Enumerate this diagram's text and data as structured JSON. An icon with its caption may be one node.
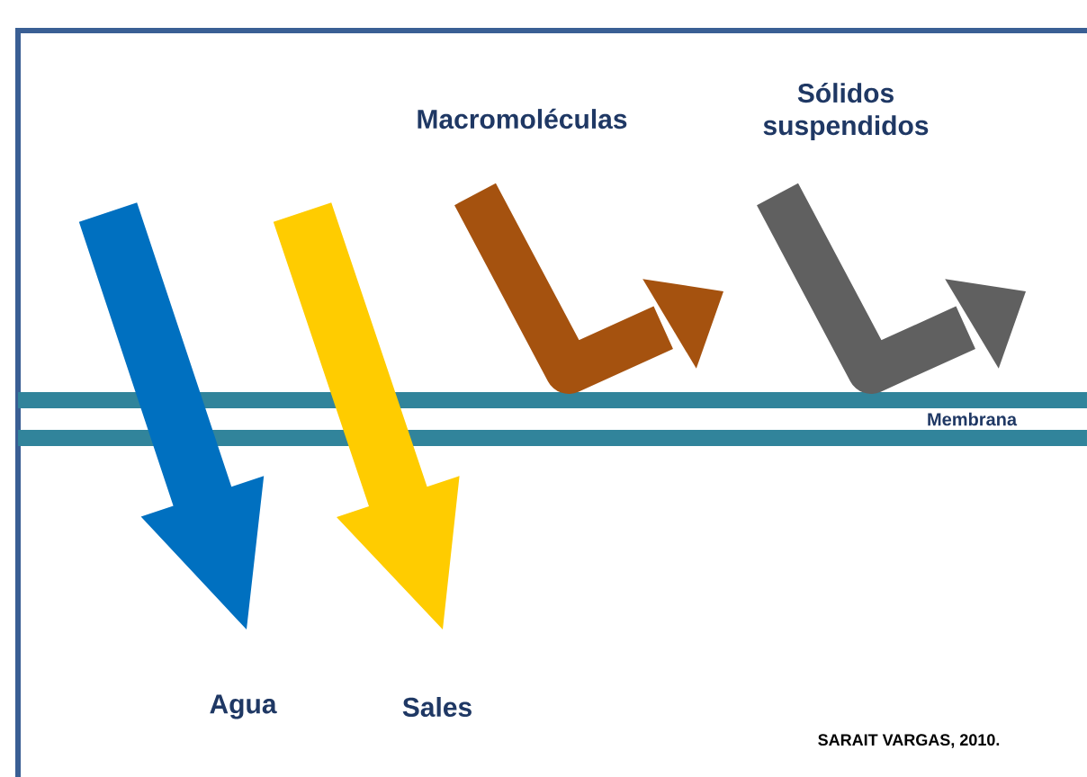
{
  "diagram": {
    "labels": [
      "Sólidos suspendidos",
      "Macromoléculas",
      "Membrana",
      "Agua",
      "Sales",
      "SARAIT VARGAS, 2010."
    ]
  }
}
